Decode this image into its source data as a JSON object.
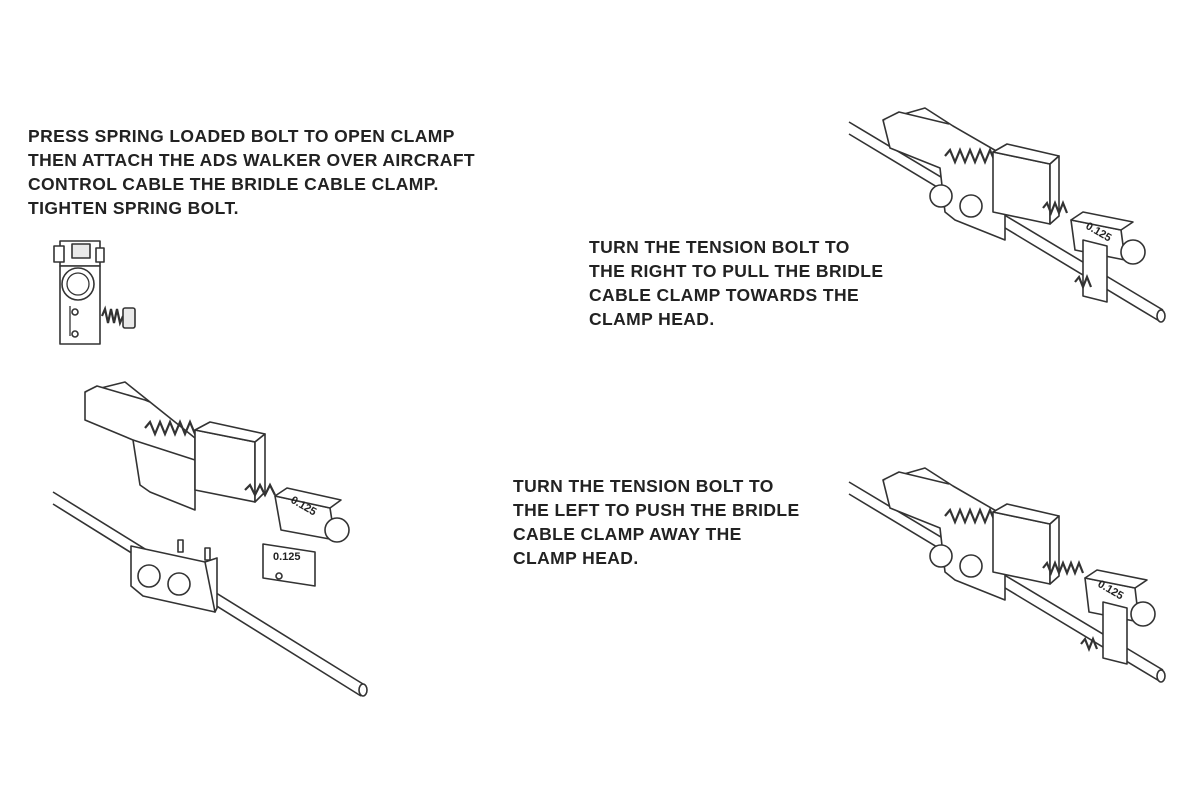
{
  "instructions": [
    {
      "lines": [
        "PRESS SPRING LOADED BOLT TO OPEN CLAMP",
        "THEN ATTACH THE ADS WALKER OVER AIRCRAFT",
        "CONTROL CABLE THE BRIDLE CABLE CLAMP.",
        "TIGHTEN SPRING BOLT."
      ]
    },
    {
      "lines": [
        "TURN THE TENSION BOLT TO",
        "THE RIGHT TO PULL THE BRIDLE",
        "CABLE CLAMP TOWARDS THE",
        "CLAMP HEAD."
      ]
    },
    {
      "lines": [
        "TURN THE TENSION BOLT TO",
        "THE LEFT TO PUSH THE BRIDLE",
        "CABLE CLAMP AWAY THE",
        "CLAMP HEAD."
      ]
    }
  ],
  "gauge_labels": {
    "block": "0.125",
    "clamp": "0.125"
  }
}
